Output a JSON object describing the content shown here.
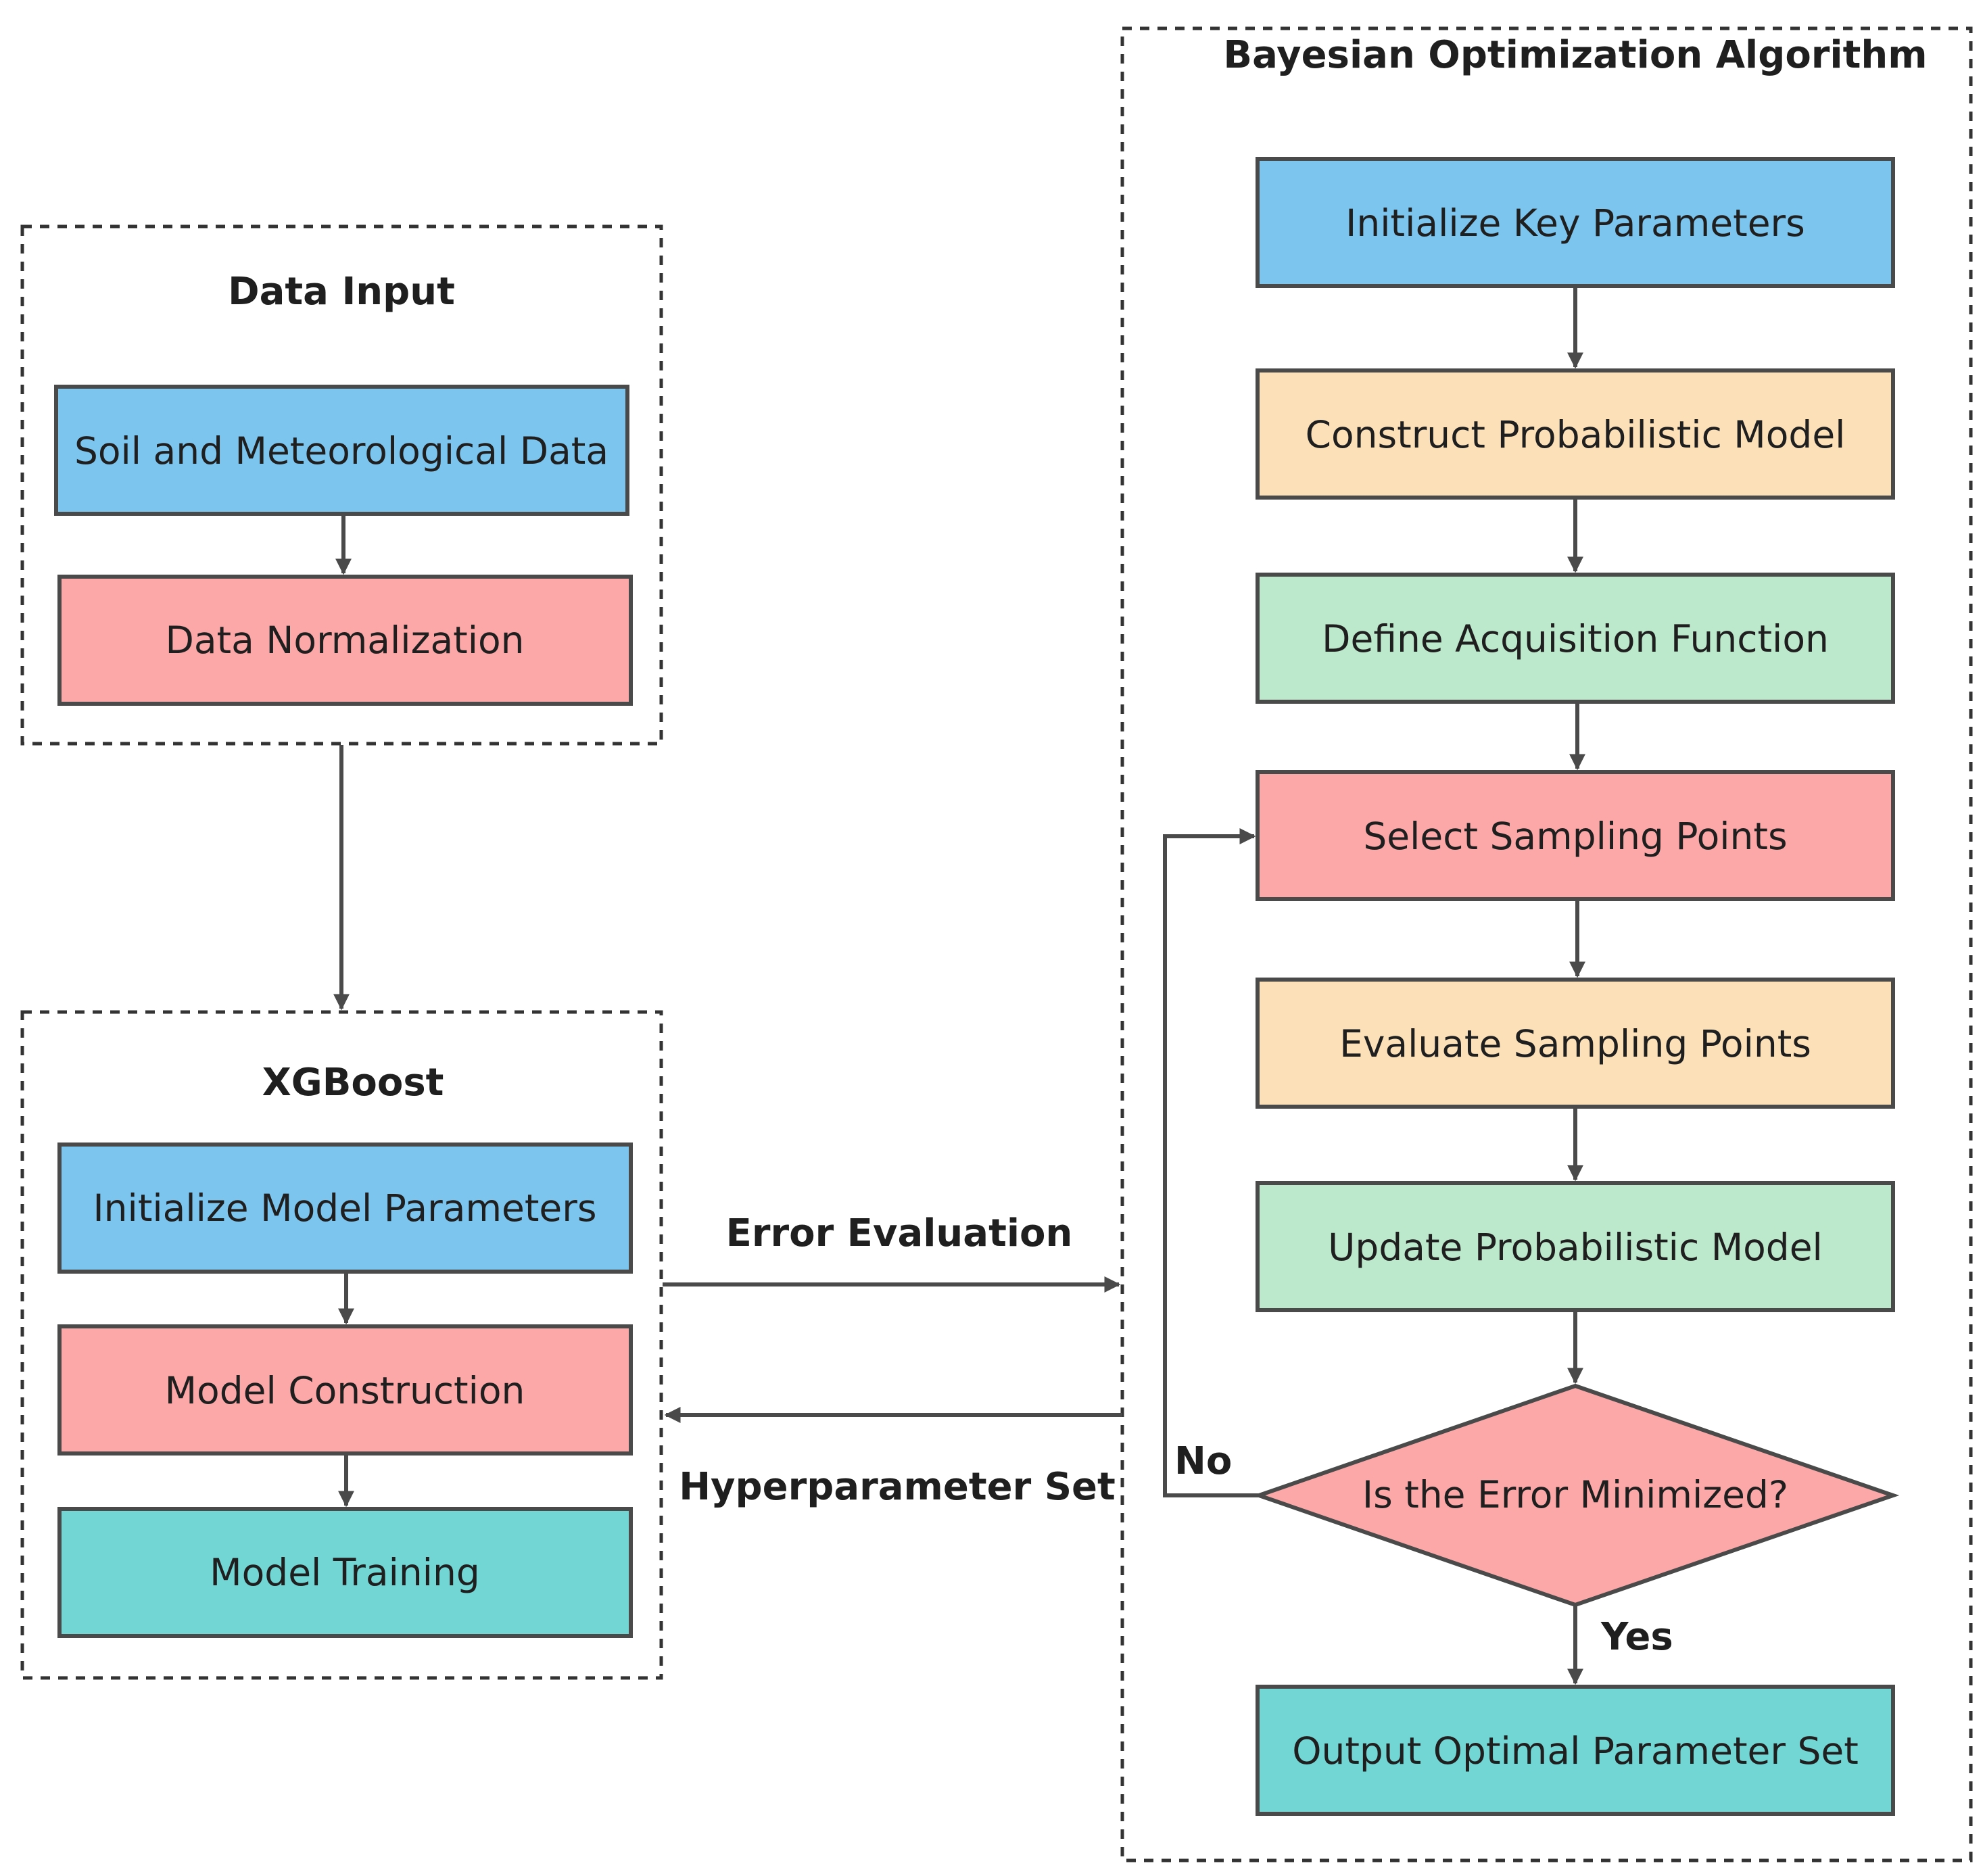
{
  "groups": {
    "data_input": {
      "title": "Data Input"
    },
    "xgboost": {
      "title": "XGBoost"
    },
    "bayesian": {
      "title": "Bayesian Optimization Algorithm"
    }
  },
  "nodes": {
    "soil_data": {
      "label": "Soil and Meteorological Data",
      "color": "#7cc5ee"
    },
    "data_normalization": {
      "label": "Data Normalization",
      "color": "#fda8a8"
    },
    "init_model_params": {
      "label": "Initialize Model Parameters",
      "color": "#7cc5ee"
    },
    "model_construction": {
      "label": "Model Construction",
      "color": "#fda8a8"
    },
    "model_training": {
      "label": "Model Training",
      "color": "#72d6d4"
    },
    "init_key_params": {
      "label": "Initialize Key Parameters",
      "color": "#7cc5ee"
    },
    "construct_prob_model": {
      "label": "Construct Probabilistic Model",
      "color": "#fbe0b8"
    },
    "define_acq_function": {
      "label": "Define Acquisition Function",
      "color": "#bce8cc"
    },
    "select_sampling": {
      "label": "Select Sampling Points",
      "color": "#fda8a8"
    },
    "evaluate_sampling": {
      "label": "Evaluate Sampling Points",
      "color": "#fbe0b8"
    },
    "update_prob_model": {
      "label": "Update Probabilistic Model",
      "color": "#bce8cc"
    },
    "error_minimized": {
      "label": "Is the Error Minimized?",
      "color": "#fda8a8"
    },
    "output_optimal": {
      "label": "Output Optimal Parameter Set",
      "color": "#72d6d4"
    }
  },
  "edge_labels": {
    "error_evaluation": "Error Evaluation",
    "hyperparameter_set": "Hyperparameter Set",
    "no": "No",
    "yes": "Yes"
  }
}
